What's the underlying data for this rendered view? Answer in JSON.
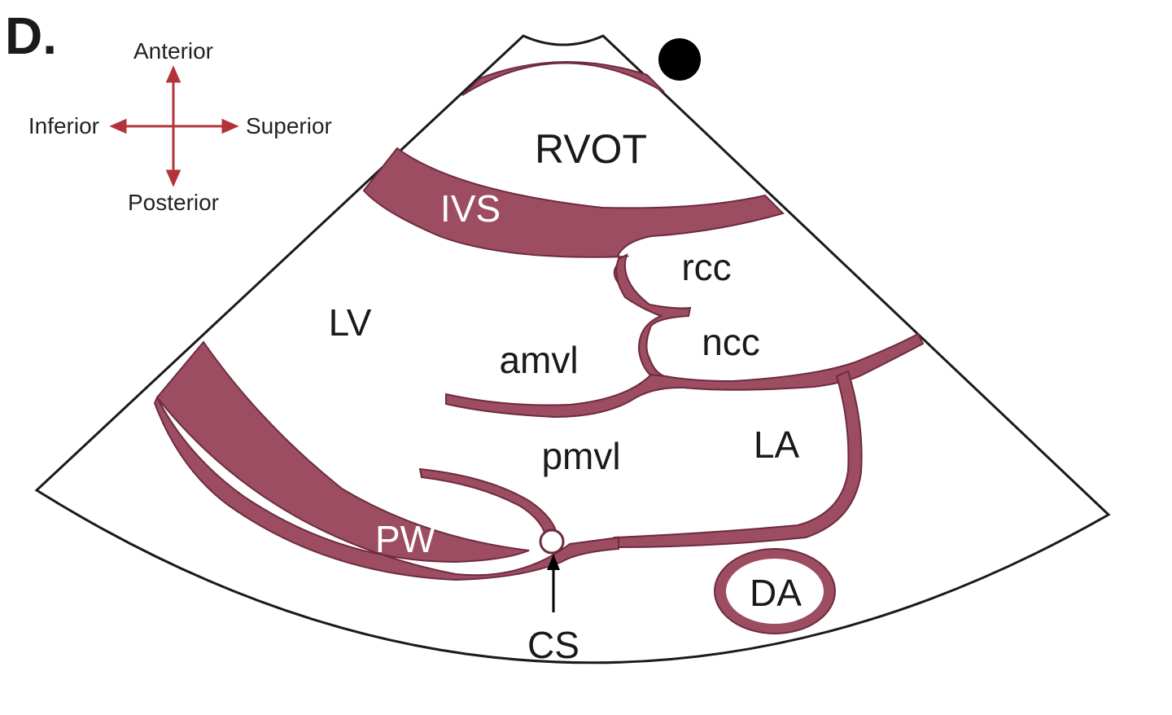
{
  "panel_label": "D.",
  "orientation": {
    "top": "Anterior",
    "bottom": "Posterior",
    "left": "Inferior",
    "right": "Superior",
    "arrow_color": "#b3333a"
  },
  "labels": {
    "rvot": "RVOT",
    "ivs": "IVS",
    "rcc": "rcc",
    "ncc": "ncc",
    "lv": "LV",
    "amvl": "amvl",
    "pmvl": "pmvl",
    "la": "LA",
    "pw": "PW",
    "cs": "CS",
    "da": "DA"
  },
  "colors": {
    "tissue": "#9c4d62",
    "tissue_outline": "#6e2b3e",
    "sector_outline": "#1a1a1a",
    "marker": "#000000"
  }
}
